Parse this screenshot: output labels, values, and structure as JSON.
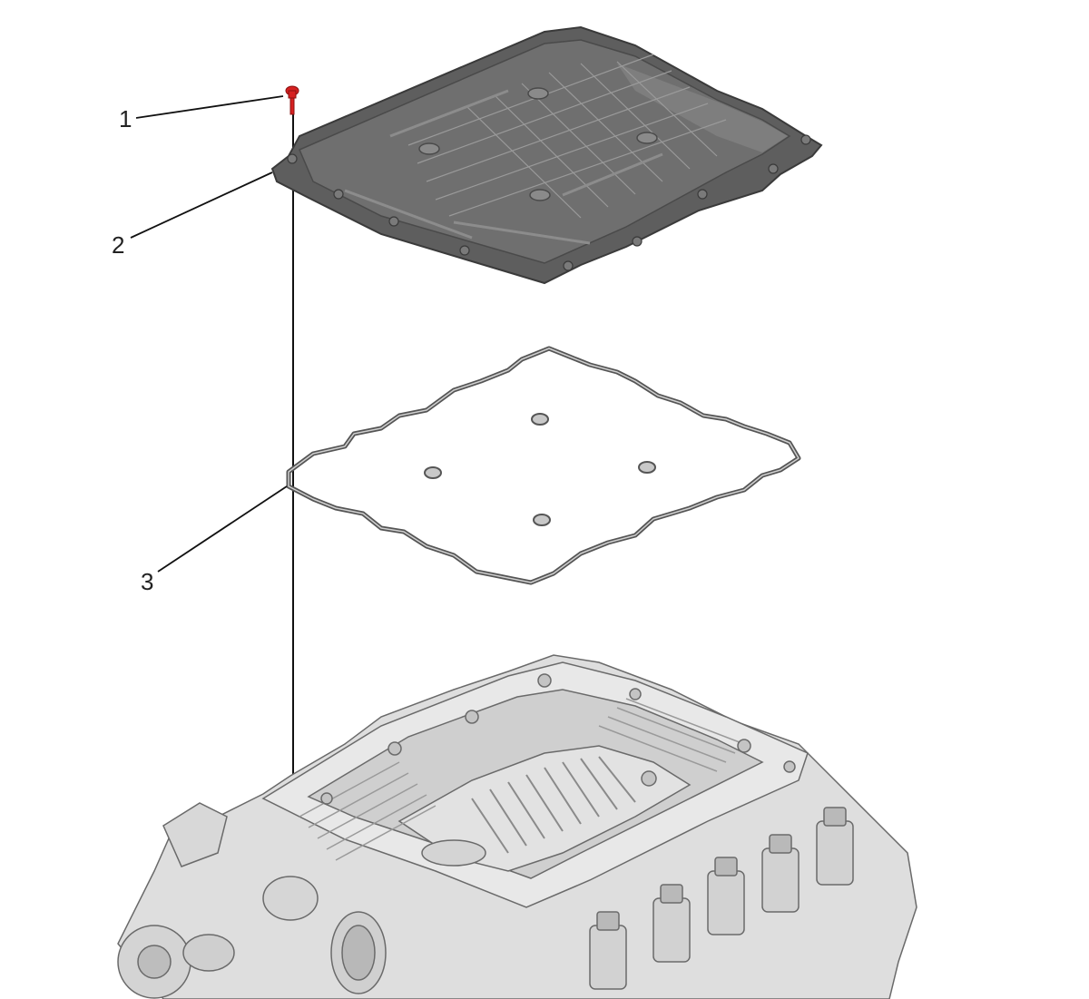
{
  "callouts": [
    {
      "id": "1",
      "label": "1",
      "part": "bolt"
    },
    {
      "id": "2",
      "label": "2",
      "part": "cover"
    },
    {
      "id": "3",
      "label": "3",
      "part": "gasket"
    }
  ],
  "colors": {
    "cover_fill": "#5f5f5f",
    "cover_top": "#6e6e6e",
    "cover_edge": "#3c3c3c",
    "gasket_stroke": "#555555",
    "bolt": "#d62020",
    "engine_fill": "#d9d9d9",
    "engine_line": "#6a6a6a",
    "leader": "#111111"
  }
}
